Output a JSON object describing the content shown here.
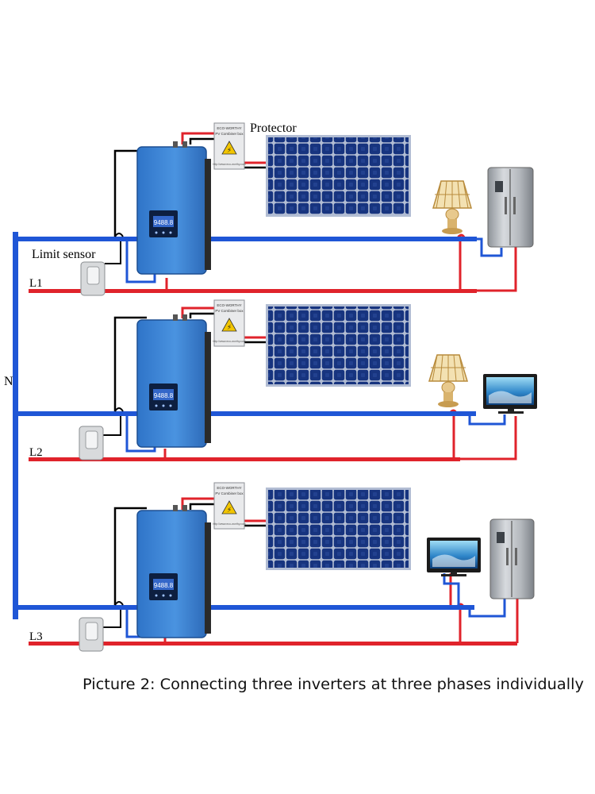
{
  "labels": {
    "neutral": "N",
    "phase1": "L1",
    "phase2": "L2",
    "phase3": "L3",
    "protector": "Protector",
    "limit_sensor": "Limit sensor"
  },
  "combiner_box": {
    "brand": "ECO-WORTHY",
    "name": "PV Combiner box",
    "url": "http://www.eco-worthy.com"
  },
  "inverter": {
    "display": "9488.8"
  },
  "caption": "Picture 2:  Connecting three inverters at three phases individually",
  "colors": {
    "neutral_wire": "#1f56d6",
    "phase_wire": "#e0232b",
    "dc_wire": "#000000",
    "inverter_body": "#3a82d4",
    "panel_cell": "#16317f",
    "panel_frame": "#a9b6cf"
  }
}
